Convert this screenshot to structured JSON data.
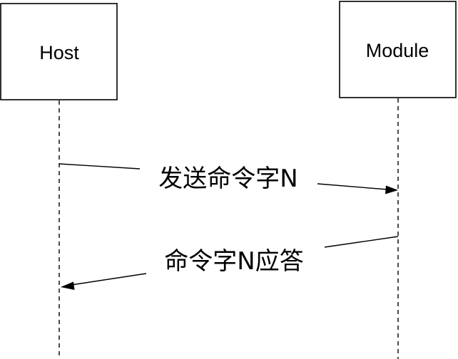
{
  "participants": {
    "host": {
      "label": "Host"
    },
    "module": {
      "label": "Module"
    }
  },
  "messages": [
    {
      "from": "Host",
      "to": "Module",
      "label": "发送命令字N"
    },
    {
      "from": "Module",
      "to": "Host",
      "label": "命令字N应答"
    }
  ],
  "colors": {
    "stroke": "#000000",
    "background": "#ffffff"
  }
}
